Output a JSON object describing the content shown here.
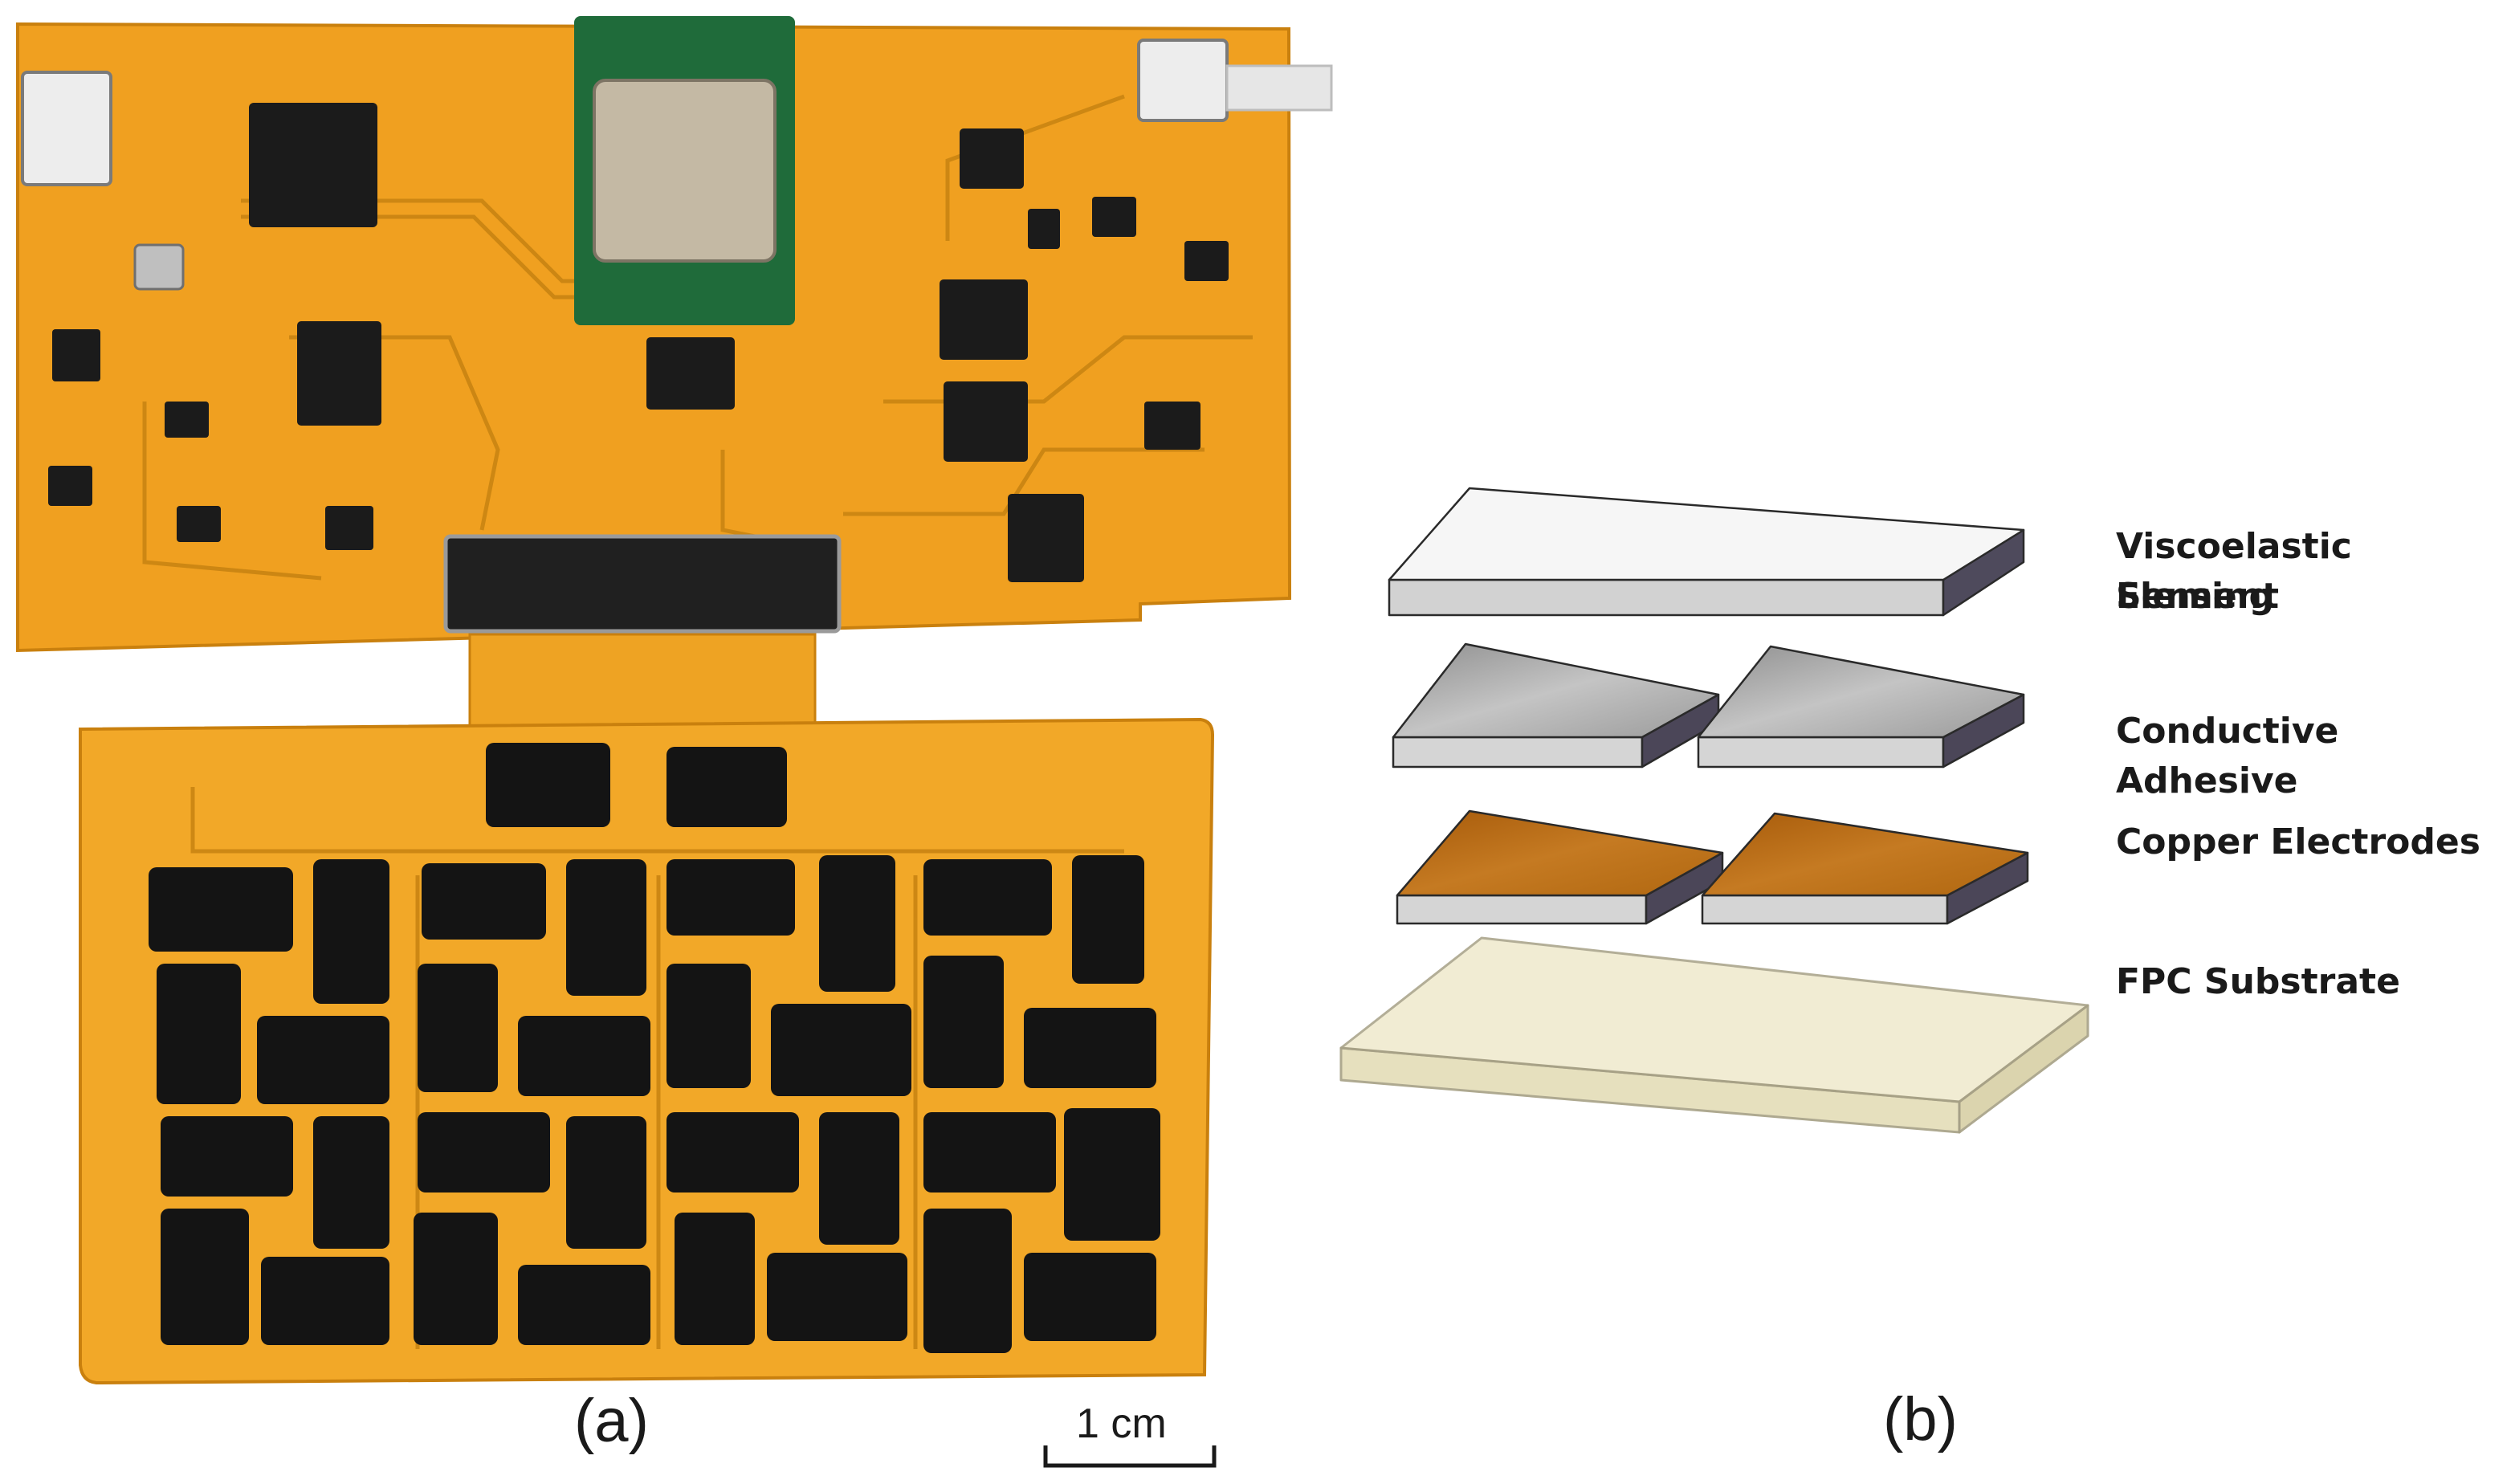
{
  "panels": {
    "a": "(a)",
    "b": "(b)"
  },
  "scale_bar": {
    "label": "1 cm"
  },
  "layers": [
    {
      "name": "Viscoelastic Sensing",
      "name_line2": "Element",
      "color": "#f4f4f4"
    },
    {
      "name": "Conductive Adhesive",
      "color": "#b8b8b8"
    },
    {
      "name": "Copper Electrodes",
      "color": "#b8690f"
    },
    {
      "name": "FPC Substrate",
      "color": "#ece6c4"
    }
  ],
  "photo": {
    "board_color": "#f0a020",
    "module_color": "#1f6b3a",
    "sensor_color": "#141414"
  }
}
